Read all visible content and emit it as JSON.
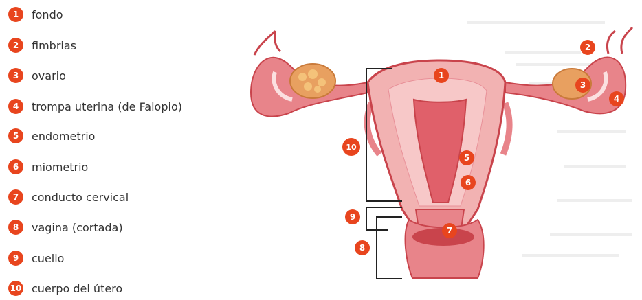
{
  "legend": [
    {
      "num": "1",
      "label": "fondo"
    },
    {
      "num": "2",
      "label": "fimbrias"
    },
    {
      "num": "3",
      "label": "ovario"
    },
    {
      "num": "4",
      "label": "trompa uterina (de Falopio)"
    },
    {
      "num": "5",
      "label": "endometrio"
    },
    {
      "num": "6",
      "label": "miometrio"
    },
    {
      "num": "7",
      "label": "conducto cervical"
    },
    {
      "num": "8",
      "label": "vagina (cortada)"
    },
    {
      "num": "9",
      "label": "cuello"
    },
    {
      "num": "10",
      "label": "cuerpo del útero"
    }
  ],
  "callouts": [
    "1",
    "2",
    "3",
    "4",
    "5",
    "6",
    "7",
    "8",
    "9",
    "10"
  ],
  "colors": {
    "badge": "#e8451e",
    "tissue": "#e8848a",
    "tissue_dark": "#c9444c",
    "ovary": "#e8a060"
  }
}
